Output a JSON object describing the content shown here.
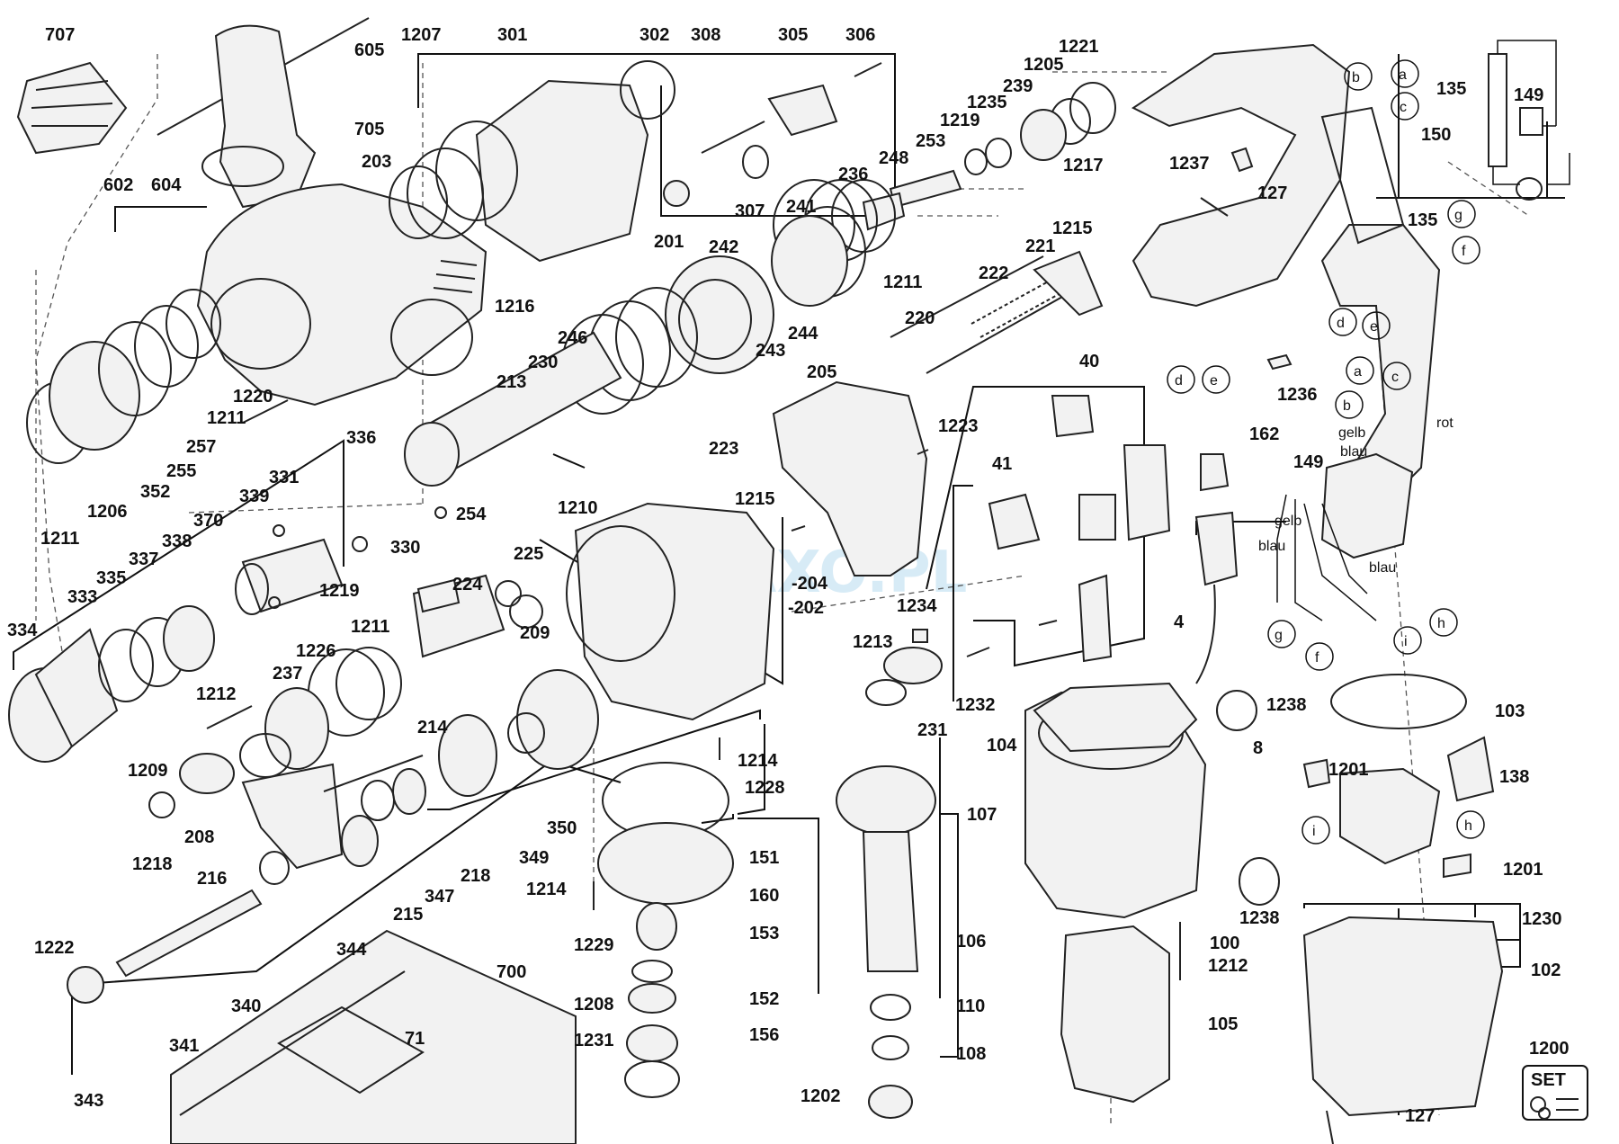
{
  "watermark": "BAXO.PL",
  "set_label": "SET",
  "wire_labels": {
    "gelb_1": "gelb",
    "blau_1": "blau",
    "rot": "rot",
    "gelb_2": "gelb",
    "blau_2": "blau",
    "blau_3": "blau"
  },
  "letters": {
    "a1": "a",
    "b1": "b",
    "c1": "c",
    "d1": "d",
    "e1": "e",
    "f1": "f",
    "g1": "g",
    "a2": "a",
    "b2": "b",
    "c2": "c",
    "d2": "d",
    "e2": "e",
    "f2": "f",
    "g2": "g",
    "h1": "h",
    "i1": "i",
    "h2": "h",
    "i2": "i"
  },
  "part_numbers": {
    "p707": "707",
    "p605": "605",
    "p705": "705",
    "p1207": "1207",
    "p301": "301",
    "p302": "302",
    "p308": "308",
    "p305": "305",
    "p306": "306",
    "p1221": "1221",
    "p1205": "1205",
    "p239": "239",
    "p1235": "1235",
    "p1219a": "1219",
    "p1217": "1217",
    "p253": "253",
    "p248": "248",
    "p236": "236",
    "p241": "241",
    "p203": "203",
    "p602": "602",
    "p604": "604",
    "p201": "201",
    "p307": "307",
    "p242": "242",
    "p244": "244",
    "p1211a": "1211",
    "p221": "221",
    "p1215a": "1215",
    "p222": "222",
    "p1216": "1216",
    "p246": "246",
    "p230": "230",
    "p243": "243",
    "p220": "220",
    "p1220": "1220",
    "p1211b": "1211",
    "p213": "213",
    "p257": "257",
    "p255": "255",
    "p352": "352",
    "p1206": "1206",
    "p1211c": "1211",
    "p336": "336",
    "p254": "254",
    "p331": "331",
    "p339": "339",
    "p370": "370",
    "p330": "330",
    "p338": "338",
    "p337": "337",
    "p335": "335",
    "p333": "333",
    "p334": "334",
    "p1219b": "1219",
    "p205": "205",
    "p1223": "1223",
    "p223": "223",
    "p1215b": "1215",
    "p1210": "1210",
    "p225": "225",
    "p224": "224",
    "p209": "209",
    "p204": "-204",
    "p202": "-202",
    "p1234": "1234",
    "p1211d": "1211",
    "p1226": "1226",
    "p1212a": "1212",
    "p237": "237",
    "p1209": "1209",
    "p214": "214",
    "p208": "208",
    "p1218": "1218",
    "p216": "216",
    "p218": "218",
    "p347": "347",
    "p215": "215",
    "p349": "349",
    "p350": "350",
    "p344": "344",
    "p1213": "1213",
    "p1232": "1232",
    "p231": "231",
    "p1214a": "1214",
    "p1228": "1228",
    "p151": "151",
    "p160": "160",
    "p1214b": "1214",
    "p153": "153",
    "p1229": "1229",
    "p1208": "1208",
    "p152": "152",
    "p1231": "1231",
    "p156": "156",
    "p1222": "1222",
    "p340": "340",
    "p341": "341",
    "p343": "343",
    "p700": "700",
    "p71": "71",
    "p107": "107",
    "p106": "106",
    "p110": "110",
    "p108": "108",
    "p1202": "1202",
    "p40": "40",
    "p41": "41",
    "p162": "162",
    "p4": "4",
    "p1238a": "1238",
    "p104": "104",
    "p8": "8",
    "p1238b": "1238",
    "p100": "100",
    "p1212b": "1212",
    "p105": "105",
    "p135a": "135",
    "p149a": "149",
    "p150": "150",
    "p1237": "1237",
    "p127a": "127",
    "p135b": "135",
    "p1236": "1236",
    "p149b": "149",
    "p103": "103",
    "p1201a": "1201",
    "p138": "138",
    "p1201b": "1201",
    "p1230": "1230",
    "p102": "102",
    "p1200": "1200",
    "p127b": "127"
  }
}
